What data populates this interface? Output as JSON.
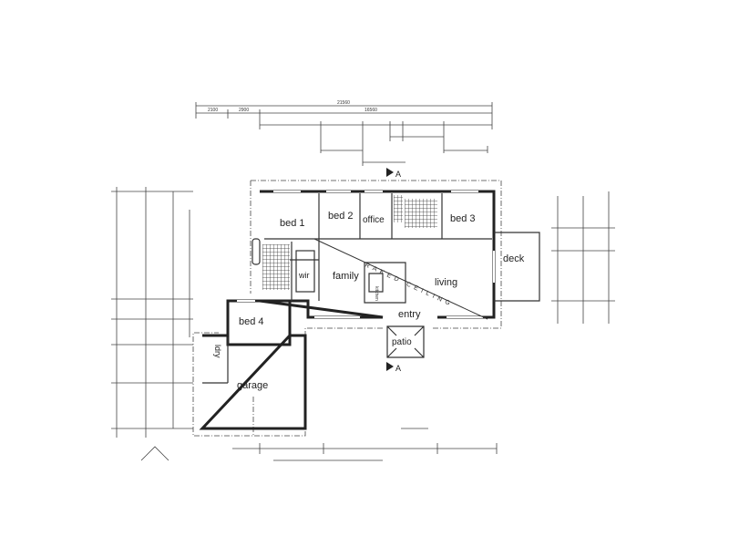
{
  "plan": {
    "rooms": {
      "bed1": "bed 1",
      "bed2": "bed 2",
      "office": "office",
      "bed3": "bed 3",
      "deck": "deck",
      "family": "family",
      "living": "living",
      "wir": "wir",
      "bed4": "bed 4",
      "garage": "garage",
      "ldry": "ldry",
      "entry": "entry",
      "patio": "patio",
      "kitchen": "kitchen"
    },
    "raked_ceiling": "RAKED CEILING",
    "section_marker": "A",
    "dimensions": {
      "overall": "21560",
      "left_offset_1": "2100",
      "left_offset_2": "2900",
      "main": "16560"
    }
  }
}
